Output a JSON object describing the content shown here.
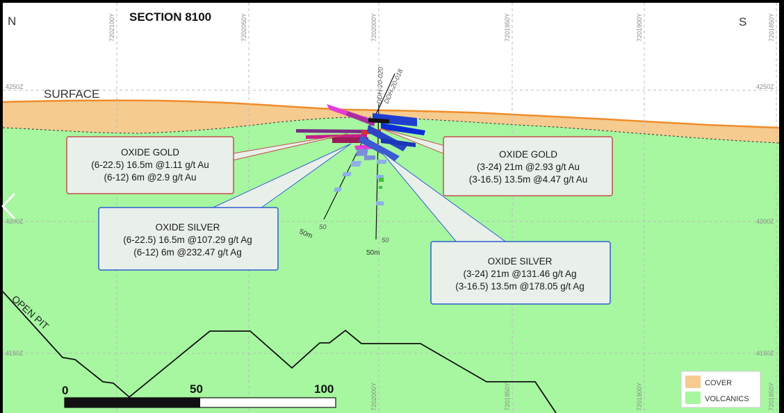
{
  "title": "SECTION 8100",
  "compass": {
    "left": "N",
    "right": "S"
  },
  "surface_label": "SURFACE",
  "open_pit_label": "OPEN PIT",
  "elevations": {
    "e4250": "4250Z",
    "e4200": "4200Z",
    "e4150": "4150Z"
  },
  "northings_top": [
    "7202100Y",
    "7202050Y",
    "7202000Y",
    "7201950Y",
    "7201900Y",
    "7201850Y"
  ],
  "northings_bottom": [
    "7202000Y",
    "7201950Y",
    "7201900Y",
    "7201850Y"
  ],
  "drillholes": [
    {
      "id": "DDH-20-020",
      "depth_label": "50",
      "end_label": "50m"
    },
    {
      "id": "DDH-20-018",
      "depth_label": "50",
      "end_label": "50m"
    }
  ],
  "callouts": {
    "gold_left": {
      "heading": "OXIDE GOLD",
      "lines": [
        "(6-22.5) 16.5m @1.11 g/t Au",
        "(6-12) 6m @2.9 g/t Au"
      ]
    },
    "gold_right": {
      "heading": "OXIDE GOLD",
      "lines": [
        "(3-24) 21m @2.93 g/t Au",
        "(3-16.5) 13.5m @4.47 g/t Au"
      ]
    },
    "silver_left": {
      "heading": "OXIDE SILVER",
      "lines": [
        "(6-22.5) 16.5m @107.29 g/t Ag",
        "(6-12) 6m @232.47 g/t Ag"
      ]
    },
    "silver_right": {
      "heading": "OXIDE SILVER",
      "lines": [
        "(3-24) 21m @131.46 g/t Ag",
        "(3-16.5) 13.5m @178.05 g/t Ag"
      ]
    }
  },
  "scale_bar": {
    "labels": [
      "0",
      "50",
      "100"
    ]
  },
  "legend": [
    {
      "label": "COVER",
      "color": "#f5cb8f"
    },
    {
      "label": "VOLCANICS",
      "color": "#a6f7a0"
    }
  ],
  "colors": {
    "gold_outline": "#c0504d",
    "silver_outline": "#2f5fd0",
    "surface_line": "#f08c2a",
    "callout_fill": "#e9efe9"
  }
}
